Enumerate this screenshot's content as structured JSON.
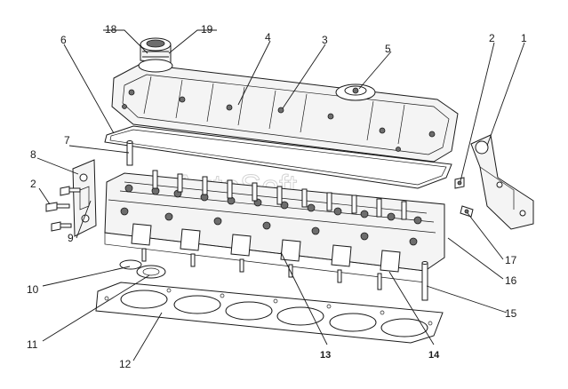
{
  "diagram": {
    "watermark": "AutoSoft",
    "callouts": [
      {
        "label": "1",
        "name": "callout-1"
      },
      {
        "label": "2",
        "name": "callout-2-top"
      },
      {
        "label": "3",
        "name": "callout-3"
      },
      {
        "label": "4",
        "name": "callout-4"
      },
      {
        "label": "5",
        "name": "callout-5"
      },
      {
        "label": "6",
        "name": "callout-6"
      },
      {
        "label": "7",
        "name": "callout-7"
      },
      {
        "label": "8",
        "name": "callout-8"
      },
      {
        "label": "2",
        "name": "callout-2-left"
      },
      {
        "label": "9",
        "name": "callout-9"
      },
      {
        "label": "10",
        "name": "callout-10"
      },
      {
        "label": "11",
        "name": "callout-11"
      },
      {
        "label": "12",
        "name": "callout-12"
      },
      {
        "label": "13",
        "name": "callout-13"
      },
      {
        "label": "14",
        "name": "callout-14"
      },
      {
        "label": "15",
        "name": "callout-15"
      },
      {
        "label": "16",
        "name": "callout-16"
      },
      {
        "label": "17",
        "name": "callout-17"
      },
      {
        "label": "18",
        "name": "callout-18"
      },
      {
        "label": "19",
        "name": "callout-19"
      }
    ]
  }
}
